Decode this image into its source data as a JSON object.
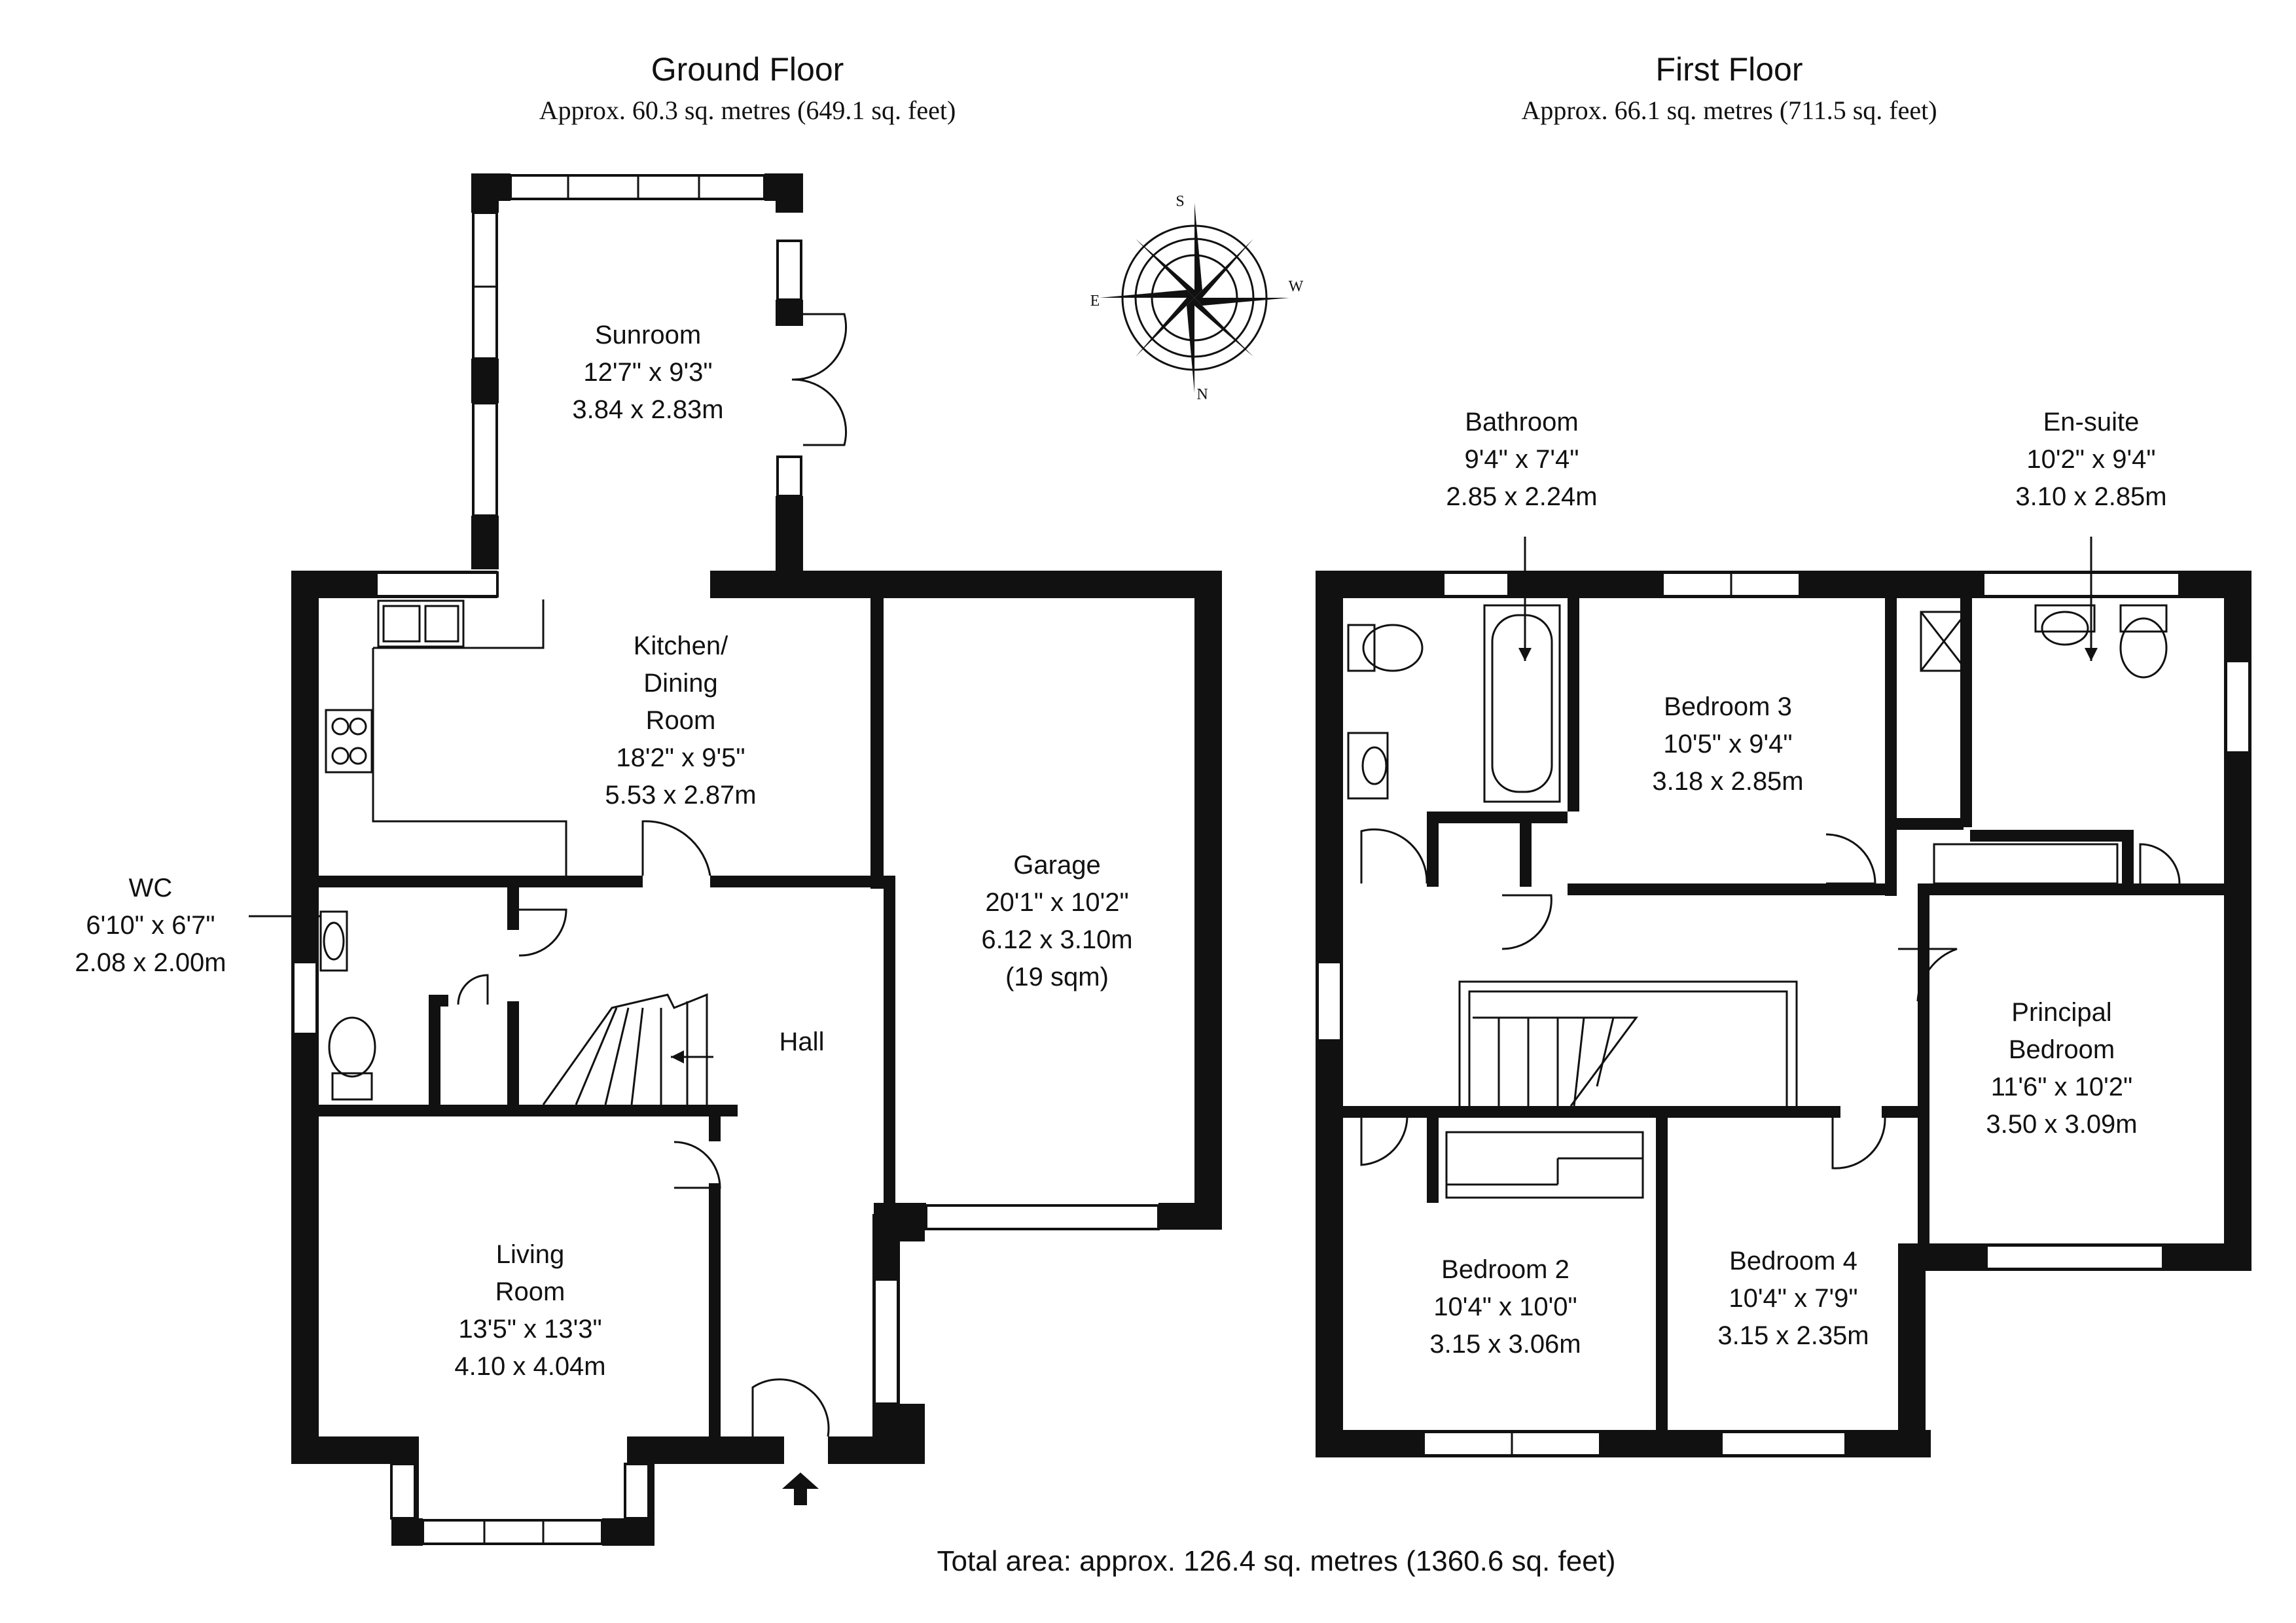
{
  "ground_floor": {
    "title": "Ground Floor",
    "area": "Approx. 60.3 sq. metres (649.1 sq. feet)",
    "rooms": {
      "sunroom": {
        "name": "Sunroom",
        "imperial": "12'7\" x 9'3\"",
        "metric": "3.84 x 2.83m"
      },
      "kitchen": {
        "name_line1": "Kitchen/",
        "name_line2": "Dining",
        "name_line3": "Room",
        "imperial": "18'2\" x 9'5\"",
        "metric": "5.53 x 2.87m"
      },
      "garage": {
        "name": "Garage",
        "imperial": "20'1\" x 10'2\"",
        "metric": "6.12 x 3.10m",
        "note": "(19 sqm)"
      },
      "wc": {
        "name": "WC",
        "imperial": "6'10\" x 6'7\"",
        "metric": "2.08 x 2.00m"
      },
      "hall": {
        "name": "Hall"
      },
      "living": {
        "name_line1": "Living",
        "name_line2": "Room",
        "imperial": "13'5\" x 13'3\"",
        "metric": "4.10 x 4.04m"
      }
    }
  },
  "first_floor": {
    "title": "First Floor",
    "area": "Approx. 66.1 sq. metres (711.5 sq. feet)",
    "rooms": {
      "bathroom": {
        "name": "Bathroom",
        "imperial": "9'4\" x 7'4\"",
        "metric": "2.85 x 2.24m"
      },
      "ensuite": {
        "name": "En-suite",
        "imperial": "10'2\" x 9'4\"",
        "metric": "3.10 x 2.85m"
      },
      "bedroom3": {
        "name": "Bedroom 3",
        "imperial": "10'5\" x 9'4\"",
        "metric": "3.18 x 2.85m"
      },
      "principal": {
        "name_line1": "Principal",
        "name_line2": "Bedroom",
        "imperial": "11'6\" x 10'2\"",
        "metric": "3.50 x 3.09m"
      },
      "bedroom2": {
        "name": "Bedroom 2",
        "imperial": "10'4\" x 10'0\"",
        "metric": "3.15 x 3.06m"
      },
      "bedroom4": {
        "name": "Bedroom 4",
        "imperial": "10'4\" x 7'9\"",
        "metric": "3.15 x 2.35m"
      }
    }
  },
  "compass": {
    "S": "S",
    "W": "W",
    "N": "N",
    "E": "E"
  },
  "total_area": "Total area: approx. 126.4 sq. metres (1360.6 sq. feet)",
  "colors": {
    "wall": "#111111",
    "background": "#ffffff"
  }
}
